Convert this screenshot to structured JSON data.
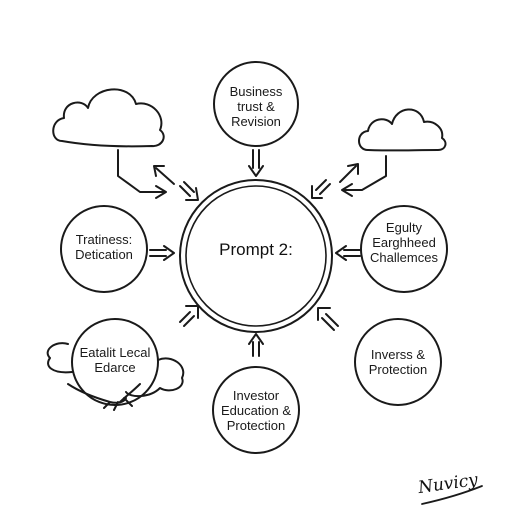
{
  "center": {
    "label": "Prompt 2:"
  },
  "nodes": {
    "top": {
      "lines": [
        "Business",
        "trust &",
        "Revision"
      ]
    },
    "left": {
      "lines": [
        "Tratiness:",
        "Detication"
      ]
    },
    "right": {
      "lines": [
        "Egulty",
        "Earghheed",
        "Challemces"
      ]
    },
    "bottom_left": {
      "lines": [
        "Eatalit Lecal",
        "Edarce"
      ]
    },
    "bottom_right": {
      "lines": [
        "Inverss &",
        "Protection"
      ]
    },
    "bottom": {
      "lines": [
        "Investor",
        "Education &",
        "Protection"
      ]
    }
  },
  "signature": "Nuvicy",
  "colors": {
    "stroke": "#1a1a1a",
    "background": "#ffffff"
  }
}
